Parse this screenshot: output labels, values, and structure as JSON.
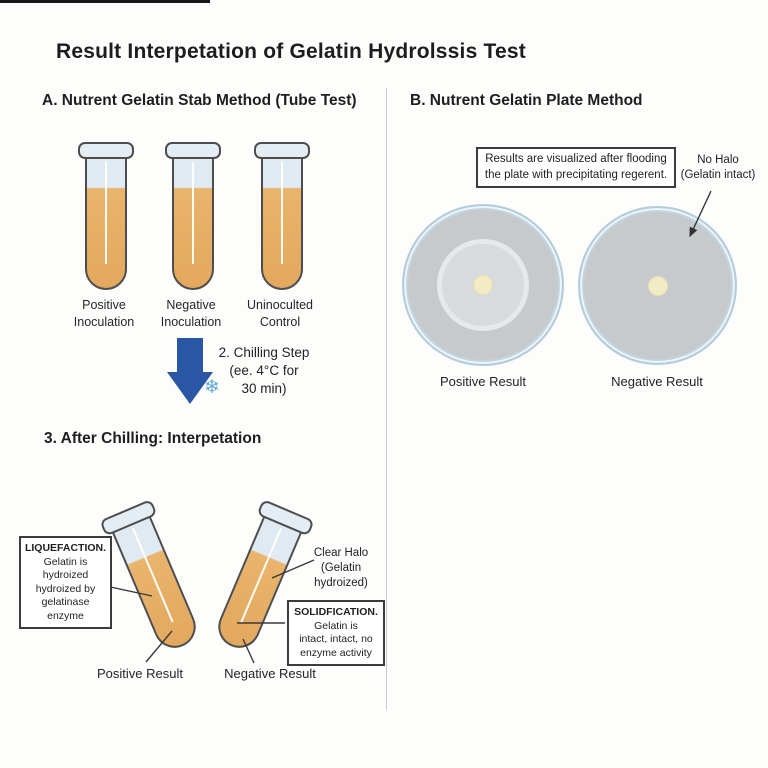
{
  "title": "Result Interpetation of Gelatin Hydrolssis Test",
  "colors": {
    "gelatin_amber": "#e9b46c",
    "tube_headspace_blue": "#dfeaf2",
    "arrow_blue": "#2a57a5",
    "snowflake_blue": "#5fa8d6",
    "agar_gray": "#c7cacd",
    "halo_gray": "#d8dade",
    "colony_cream": "#f2ecc6",
    "plate_rim_blue": "#b3ccdb"
  },
  "section_a": {
    "heading": "A. Nutrent Gelatin Stab Method (Tube Test)",
    "tubes": [
      {
        "line1": "Positive",
        "line2": "Inoculation"
      },
      {
        "line1": "Negative",
        "line2": "Inoculation"
      },
      {
        "line1": "Uninoculted",
        "line2": "Control"
      }
    ],
    "chilling_step": {
      "line1": "2. Chilling Step",
      "line2": "(ee. 4°C for",
      "line3": "30 min)",
      "snowflake_icon": "❄"
    },
    "after_chilling_heading": "3. After Chilling: Interpetation",
    "liquefaction_box": {
      "lines": [
        "LIQUEFACTION.",
        "Gelatin is",
        "hydroized",
        "hydroized by",
        "gelatinase enzyme"
      ]
    },
    "clear_halo_note": {
      "lines": [
        "Clear Halo",
        "(Gelatin",
        "hydroized)"
      ]
    },
    "solidification_box": {
      "lines": [
        "SOLIDFICATION.",
        "Gelatin is",
        "intact, intact, no",
        "enzyme activity"
      ]
    },
    "positive_result_label": "Positive Result",
    "negative_result_label": "Negative Result"
  },
  "section_b": {
    "heading": "B. Nutrent Gelatin Plate Method",
    "note_box": {
      "line1": "Results are visualized after flooding",
      "line2": "the plate with precipitating regerent."
    },
    "no_halo_note": {
      "line1": "No Halo",
      "line2": "(Gelatin intact)"
    },
    "plates": [
      {
        "label": "Positive Result"
      },
      {
        "label": "Negative Result"
      }
    ]
  }
}
